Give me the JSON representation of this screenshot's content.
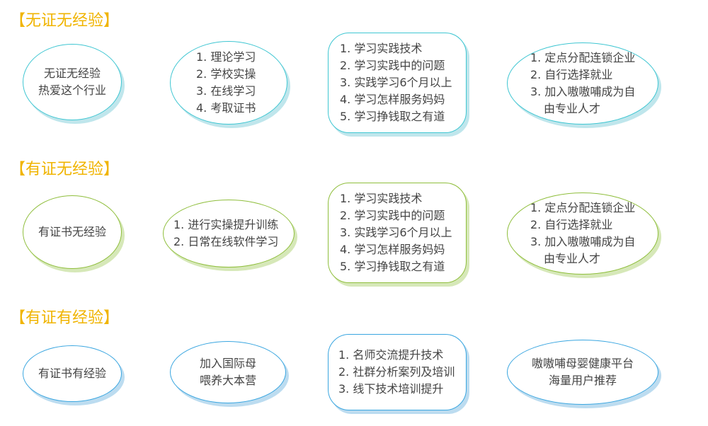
{
  "sections": [
    {
      "title": "【无证无经验】",
      "col1": [
        "无证无经验",
        "热爱这个行业"
      ],
      "col2": [
        "1. 理论学习",
        "2. 学校实操",
        "3. 在线学习",
        "4. 考取证书"
      ],
      "col3": [
        "1. 学习实践技术",
        "2. 学习实践中的问题",
        "3. 实践学习6个月以上",
        "4. 学习怎样服务妈妈",
        "5. 学习挣钱取之有道"
      ],
      "col4": [
        "1. 定点分配连锁企业",
        "2. 自行选择就业",
        "3. 加入嗷嗷哺成为自",
        "由专业人才"
      ]
    },
    {
      "title": "【有证无经验】",
      "col1": [
        "有证书无经验"
      ],
      "col2": [
        "1. 进行实操提升训练",
        "2. 日常在线软件学习"
      ],
      "col3": [
        "1. 学习实践技术",
        "2. 学习实践中的问题",
        "3. 实践学习6个月以上",
        "4. 学习怎样服务妈妈",
        "5. 学习挣钱取之有道"
      ],
      "col4": [
        "1. 定点分配连锁企业",
        "2. 自行选择就业",
        "3. 加入嗷嗷哺成为自",
        "由专业人才"
      ]
    },
    {
      "title": "【有证有经验】",
      "col1": [
        "有证书有经验"
      ],
      "col2": [
        "加入国际母",
        "喂养大本营"
      ],
      "col3": [
        "1. 名师交流提升技术",
        "2. 社群分析案列及培训",
        "3. 线下技术培训提升"
      ],
      "col4": [
        "嗷嗷哺母婴健康平台",
        "海量用户推荐"
      ]
    }
  ],
  "colors": {
    "title": "#f0b400",
    "teal": "#3fc6d2",
    "green": "#8fbe3c",
    "blue": "#3aa6e0",
    "text": "#444444"
  }
}
